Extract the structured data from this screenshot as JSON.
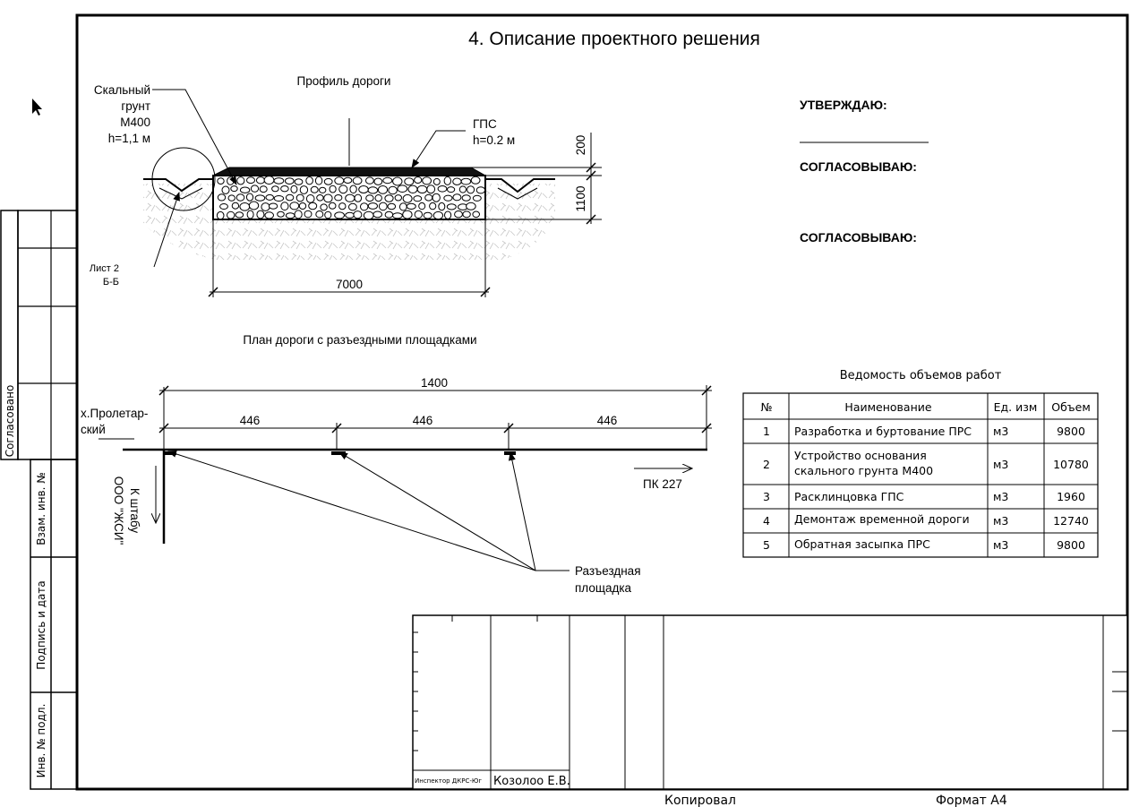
{
  "title": "4. Описание проектного решения",
  "profile": {
    "heading": "Профиль дороги",
    "rock_label": [
      "Скальный",
      "грунт",
      "М400",
      "h=1,1 м"
    ],
    "gps_label": [
      "ГПС",
      "h=0.2 м"
    ],
    "dim_top": "200",
    "dim_side": "1100",
    "dim_width": "7000",
    "sheet_ref": [
      "Лист 2",
      "Б-Б"
    ]
  },
  "approvals": {
    "approve": "УТВЕРЖДАЮ:",
    "agree_1": "СОГЛАСОВЫВАЮ:",
    "agree_2": "СОГЛАСОВЫВАЮ:"
  },
  "plan": {
    "heading": "План дороги с разъездными площадками",
    "total": "1400",
    "segments": [
      "446",
      "446",
      "446"
    ],
    "left_label": [
      "х.Пролетар-",
      "ский"
    ],
    "down_label": [
      "К штабу",
      "ООО \"ЖСИ\""
    ],
    "pk_label": "ПК 227",
    "siding_label": [
      "Разъездная",
      "площадка"
    ]
  },
  "works_table": {
    "title": "Ведомость объемов работ",
    "columns": [
      "№",
      "Наименование",
      "Ед. изм",
      "Объем"
    ],
    "rows": [
      {
        "n": "1",
        "name": [
          "Разработка и буртование ПРС"
        ],
        "unit": "м3",
        "vol": "9800"
      },
      {
        "n": "2",
        "name": [
          "Устройство основания",
          "скального грунта М400"
        ],
        "unit": "м3",
        "vol": "10780"
      },
      {
        "n": "3",
        "name": [
          "Расклинцовка ГПС"
        ],
        "unit": "м3",
        "vol": "1960"
      },
      {
        "n": "4",
        "name": [
          "Демонтаж временной дороги"
        ],
        "unit": "м3",
        "vol": "12740"
      },
      {
        "n": "5",
        "name": [
          "Обратная засыпка ПРС"
        ],
        "unit": "м3",
        "vol": "9800"
      }
    ]
  },
  "side_stamp": {
    "agreed": "Согласовано",
    "replace_inv": "Взам. инв. №",
    "sign_date": "Подпись и дата",
    "inv_orig": "Инв. № подл."
  },
  "title_block": {
    "role": "Инспектор ДКРС-Юг",
    "name": "Козолоо Е.В.",
    "copied": "Копировал",
    "format": "Формат А4"
  }
}
